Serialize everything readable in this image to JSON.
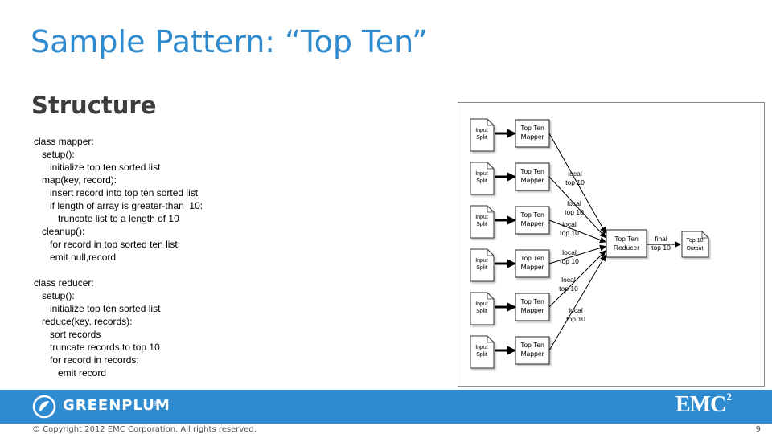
{
  "title": "Sample Pattern: “Top Ten”",
  "subtitle": "Structure",
  "code_lines": [
    "class mapper:",
    "   setup():",
    "      initialize top ten sorted list",
    "   map(key, record):",
    "      insert record into top ten sorted list",
    "      if length of array is greater-than  10:",
    "         truncate list to a length of 10",
    "   cleanup():",
    "      for record in top sorted ten list:",
    "      emit null,record",
    "",
    "class reducer:",
    "   setup():",
    "      initialize top ten sorted list",
    "   reduce(key, records):",
    "      sort records",
    "      truncate records to top 10",
    "      for record in records:",
    "         emit record"
  ],
  "diagram": {
    "input_label_line1": "Input",
    "input_label_line2": "Split",
    "mapper_label_line1": "Top Ten",
    "mapper_label_line2": "Mapper",
    "local_labels": [
      [
        "local",
        "top 10"
      ],
      [
        "local",
        "top 10"
      ],
      [
        "local",
        "top 10"
      ],
      [
        "local",
        "top 10"
      ],
      [
        "local",
        "top 10"
      ],
      [
        "local",
        "top 10"
      ]
    ],
    "reducer_label_line1": "Top Ten",
    "reducer_label_line2": "Reducer",
    "final_label_line1": "final",
    "final_label_line2": "top 10",
    "output_label_line1": "Top 10",
    "output_label_line2": "Output"
  },
  "footer": {
    "brand": "GREENPLUM",
    "trademark": "®",
    "emc": "EMC",
    "emc_sup": "2",
    "copyright": "© Copyright 2012 EMC Corporation. All rights reserved.",
    "page_number": "9"
  },
  "colors": {
    "accent": "#2e8bd0",
    "title": "#2e8bd0",
    "subtitle": "#3d3d3d"
  },
  "icons": {
    "brand_logo": "greenplum-logo-icon"
  }
}
